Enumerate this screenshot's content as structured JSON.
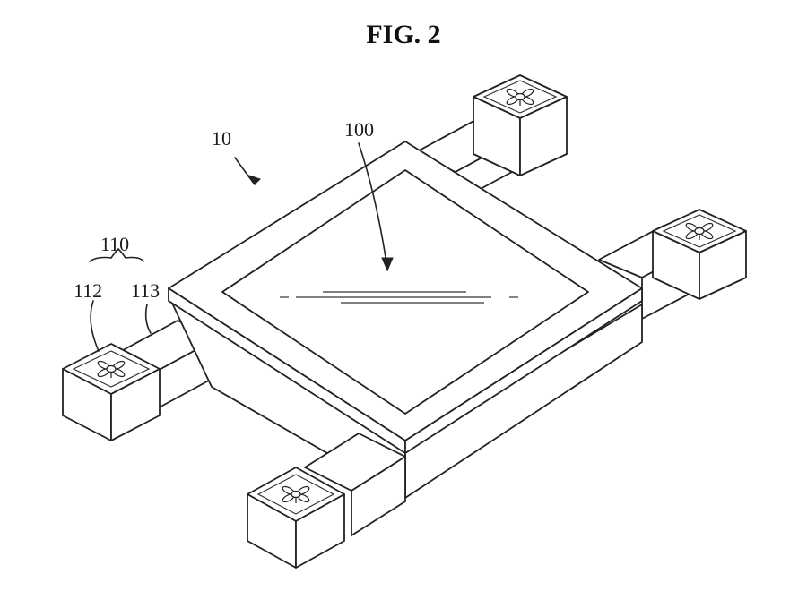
{
  "figure": {
    "title": "FIG. 2",
    "labels": {
      "device": "10",
      "body": "100",
      "arm": "110",
      "rotor": "112",
      "arm_segment": "113"
    }
  }
}
